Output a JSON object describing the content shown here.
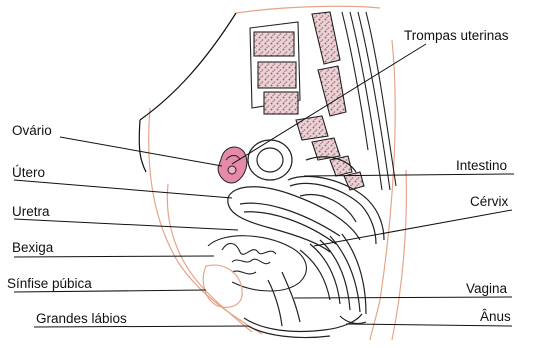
{
  "labels": {
    "left": [
      "Ovário",
      "Útero",
      "Uretra",
      "Bexiga",
      "Sínfise púbica",
      "Grandes lábios"
    ],
    "right": [
      "Trompas uterinas",
      "Intestino",
      "Cérvix",
      "Vagina",
      "Ânus"
    ]
  },
  "colors": {
    "ink": "#111111",
    "body_outline": "#e6a58a",
    "spine_fill": "#d7bcc0",
    "ovary": "#e58aa8"
  }
}
